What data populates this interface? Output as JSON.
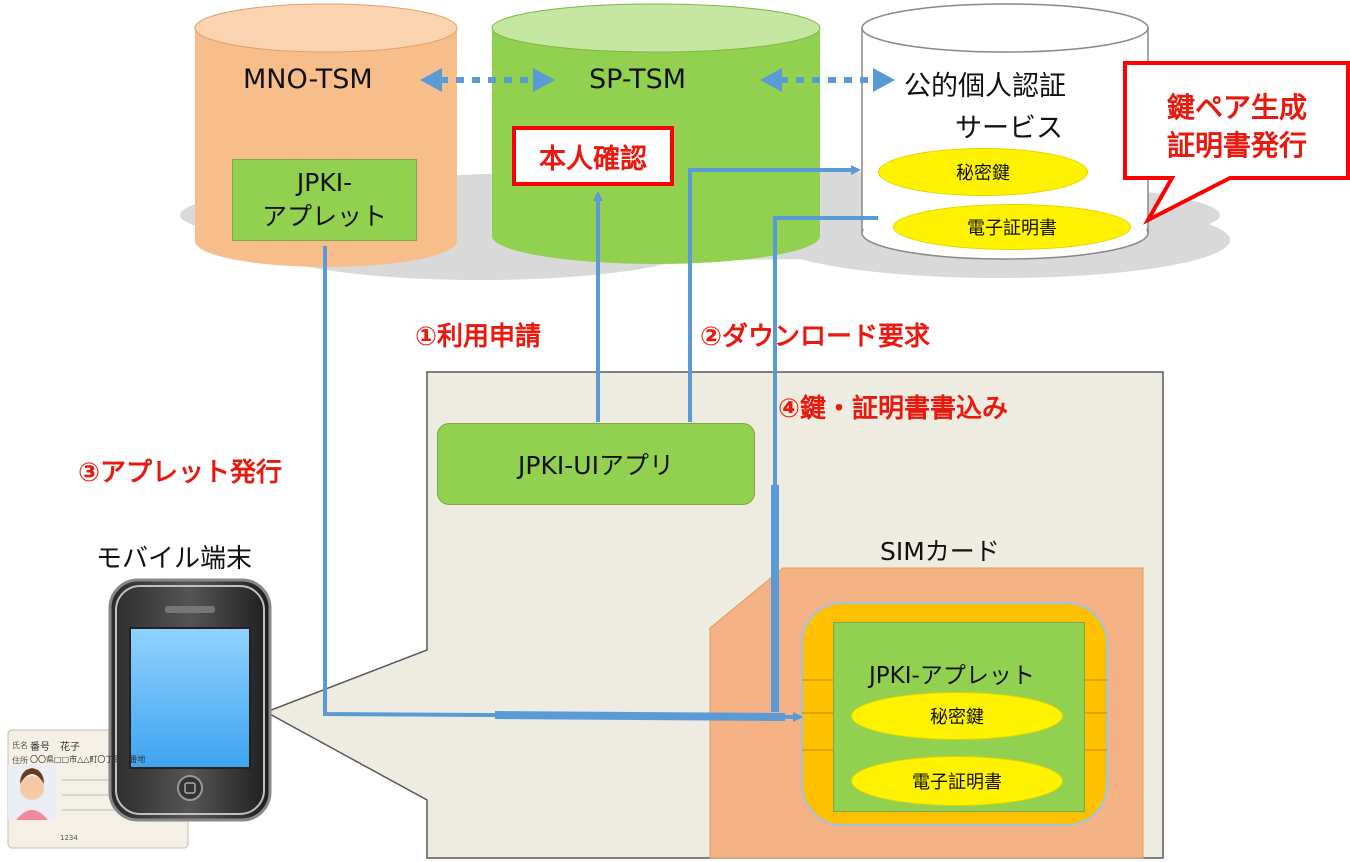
{
  "nodes": {
    "mno_tsm": "MNO-TSM",
    "sp_tsm": "SP-TSM",
    "jpki_service_line1": "公的個人認",
    "jpki_service_line2": "証",
    "jpki_service_line3": "サービス",
    "jpki_applet_mno_line1": "JPKI-",
    "jpki_applet_mno_line2": "アプレット",
    "identity_check": "本人確認",
    "private_key": "秘密鍵",
    "certificate": "電子証明書",
    "ui_app": "JPKI-UIアプリ",
    "sim_card": "SIMカード",
    "sim_applet": "JPKI-アプレット",
    "sim_private_key": "秘密鍵",
    "sim_certificate": "電子証明書",
    "mobile": "モバイル端末"
  },
  "callout": {
    "line1": "鍵ペア生成",
    "line2": "証明書発行"
  },
  "steps": {
    "step1": "①利用申請",
    "step2": "②ダウンロード要求",
    "step3": "③アプレット発行",
    "step4": "④鍵・証明書書込み"
  },
  "id_card": {
    "name_label": "氏名",
    "name": "番号　花子",
    "address_label": "住所",
    "address": "〇〇県□□市△△町〇丁目〇番地",
    "number": "1234"
  },
  "colors": {
    "mno_cylinder": "#f7be8c",
    "sp_cylinder": "#92d050",
    "service_cylinder": "#ffffff",
    "applet_box": "#92d050",
    "sim_card": "#f4b183",
    "chip": "#ffc000",
    "key_ellipse": "#fff200",
    "arrow_blue": "#5b9bd5",
    "red_text": "#e8190f",
    "device_panel": "#eeece1"
  }
}
